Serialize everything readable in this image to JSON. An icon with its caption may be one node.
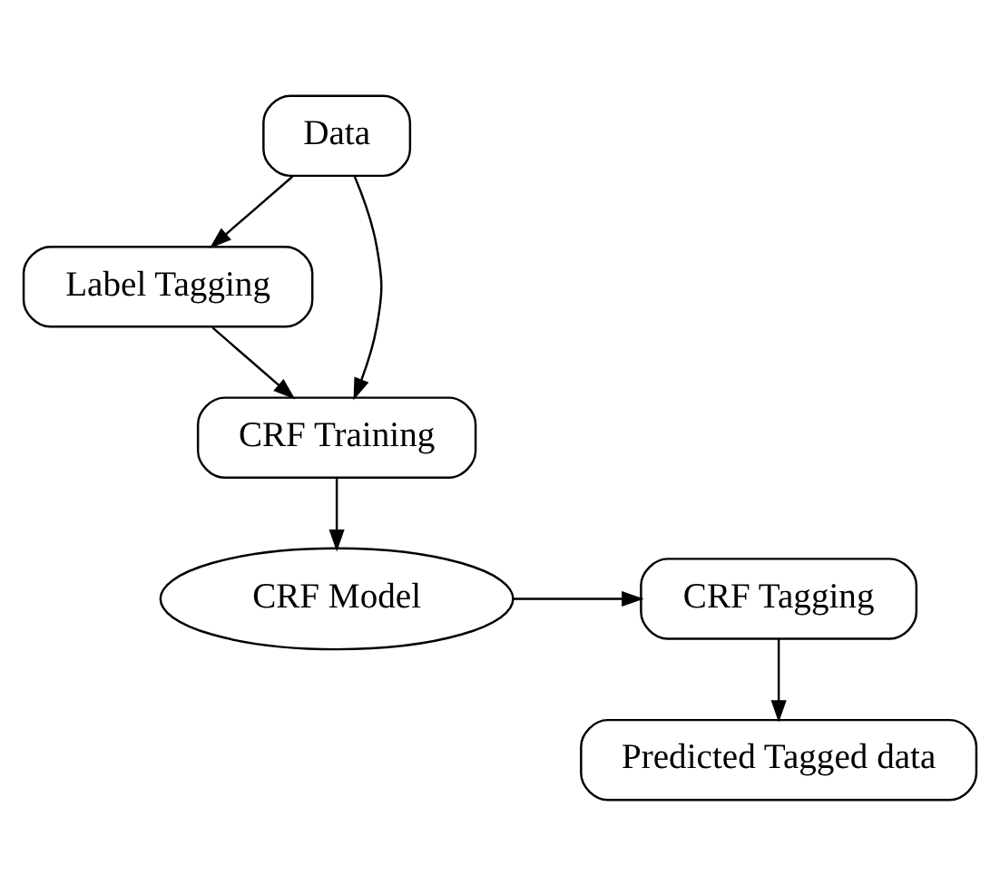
{
  "diagram": {
    "nodes": [
      {
        "text": [
          "Data"
        ]
      },
      {
        "text": [
          "Label Tagging"
        ]
      },
      {
        "text": [
          "CRF Training"
        ]
      },
      {
        "text": [
          "CRF Model"
        ]
      },
      {
        "text": [
          "CRF Tagging"
        ]
      },
      {
        "text": [
          "Predicted Tagged data"
        ]
      }
    ],
    "edges": [
      {
        "from": 0,
        "to": 1,
        "arrow": "to"
      },
      {
        "from": 0,
        "to": 2,
        "arrow": "to"
      },
      {
        "from": 1,
        "to": 2,
        "arrow": "to"
      },
      {
        "from": 2,
        "to": 3,
        "arrow": "to"
      },
      {
        "from": 3,
        "to": 4,
        "arrow": "to"
      },
      {
        "from": 4,
        "to": 5,
        "arrow": "to"
      }
    ]
  }
}
